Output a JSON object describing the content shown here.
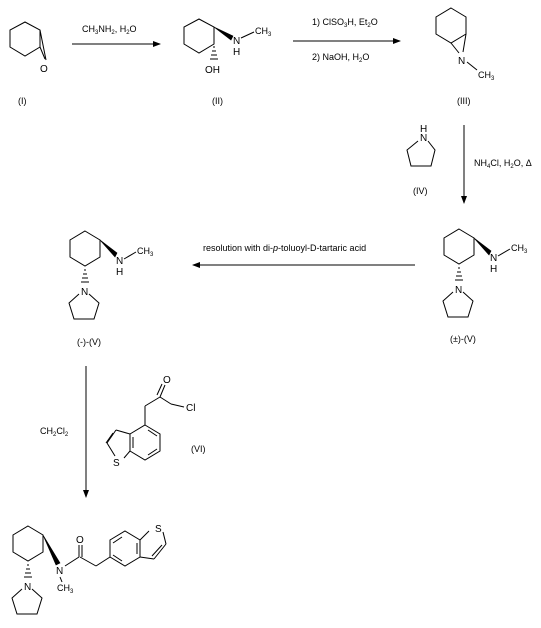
{
  "compounds": {
    "I": {
      "label": "(I)",
      "atom_O": "O"
    },
    "II": {
      "label": "(II)",
      "atom_OH": "OH",
      "atom_N": "N",
      "atom_H": "H",
      "ch3": "CH",
      "ch3_sub": "3"
    },
    "III": {
      "label": "(III)",
      "atom_N": "N",
      "ch3": "CH",
      "ch3_sub": "3"
    },
    "IV": {
      "label": "(IV)",
      "atom_N": "N",
      "atom_H": "H"
    },
    "V_racemic": {
      "label": "(±)-(V)",
      "atom_N_ring": "N",
      "atom_N": "N",
      "atom_H": "H",
      "ch3": "CH",
      "ch3_sub": "3"
    },
    "V_minus": {
      "label": "(-)-(V)",
      "atom_N_ring": "N",
      "atom_N": "N",
      "atom_H": "H",
      "ch3": "CH",
      "ch3_sub": "3"
    },
    "VI": {
      "label": "(VI)",
      "atom_O": "O",
      "atom_Cl": "Cl",
      "atom_S": "S"
    },
    "product": {
      "atom_O": "O",
      "atom_N": "N",
      "atom_N_ring": "N",
      "atom_S": "S",
      "ch3": "CH",
      "ch3_sub": "3"
    }
  },
  "reagents": {
    "step1": {
      "a": "CH",
      "a_sub": "3",
      "b": "NH",
      "b_sub": "2",
      "c": ", H",
      "c_sub": "2",
      "d": "O"
    },
    "step2a": {
      "a": "1) ClSO",
      "a_sub": "3",
      "b": "H, Et",
      "b_sub": "2",
      "c": "O"
    },
    "step2b": {
      "a": "2) NaOH, H",
      "a_sub": "2",
      "b": "O"
    },
    "step3": {
      "a": "NH",
      "a_sub": "4",
      "b": "Cl, H",
      "b_sub": "2",
      "c": "O, Δ"
    },
    "step4": {
      "a": "resolution with di-",
      "b": "p",
      "c": "-toluoyl-D-tartaric acid"
    },
    "step5": {
      "a": "CH",
      "a_sub": "2",
      "b": "Cl",
      "b_sub": "2"
    }
  }
}
